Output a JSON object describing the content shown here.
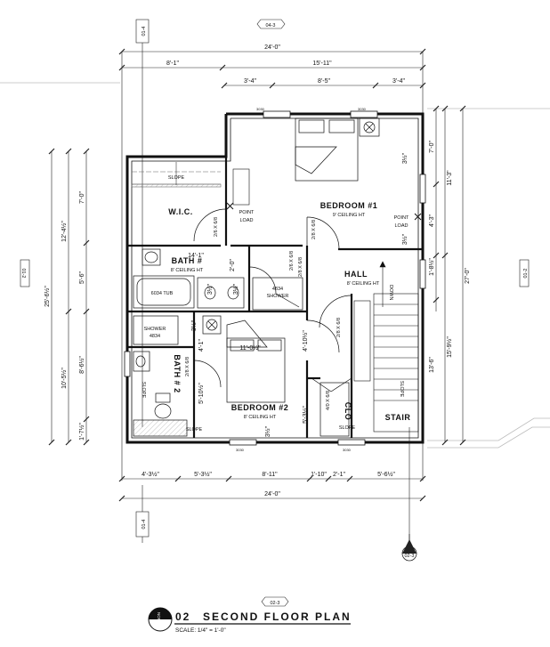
{
  "tags": {
    "section_top": "04-3",
    "section_bottom": "01-4",
    "section_left": "01-2",
    "section_right": "01-2",
    "section_upper_left": "01-4",
    "drawing_ref": "02-3",
    "elevation_bottom": "02-3"
  },
  "dims": {
    "overall_top": "24'-0\"",
    "top_left": "8'-1\"",
    "top_right": "15'-11\"",
    "top_sub_1": "3'-4\"",
    "top_sub_2": "8'-5\"",
    "top_sub_3": "3'-4\"",
    "overall_bottom": "24'-0\"",
    "bot_1": "4'-3½\"",
    "bot_2": "5'-3½\"",
    "bot_3": "8'-11\"",
    "bot_4": "1'-10\"",
    "bot_5": "2'-1\"",
    "bot_6": "5'-6½\"",
    "left_overall": "25'-6½\"",
    "left_upper": "12'-4½\"",
    "left_lower": "10'-5½\"",
    "left_1": "7'-0\"",
    "left_2": "5'-6\"",
    "left_3": "8'-6½\"",
    "left_4": "1'-7½\"",
    "right_overall": "27'-0\"",
    "right_upper": "11'-3\"",
    "right_lower": "15'-9½\"",
    "right_1": "7'-0\"",
    "right_2": "4'-3\"",
    "right_3": "1'-8½\"",
    "right_4": "13'-6\"",
    "inner_bath1": "14'-1\"",
    "inner_2ft": "2'-0\"",
    "inner_bed2": "11'-0½\"",
    "inner_4_10": "4'-10½\"",
    "inner_4_1": "4'-1\"",
    "inner_5_10": "5'-10½\"",
    "inner_5_3": "5'-3½\"",
    "inner_3_half_a": "3½\"",
    "inner_3_half_b": "3½\"",
    "inner_3_half_c": "3½\"",
    "inner_3_half_d": "3½\"",
    "inner_3_half_e": "3½\"",
    "inner_3_half_f": "3½\""
  },
  "rooms": {
    "bedroom1": "BEDROOM #1",
    "bedroom1_ht": "9' CEILING HT",
    "bath1": "BATH #",
    "bath1_ht": "8' CEILING HT",
    "hall": "HALL",
    "hall_ht": "8' CEILING HT",
    "wic": "W.I.C.",
    "bedroom2": "BEDROOM #2",
    "bedroom2_ht": "8' CEILING HT",
    "bath2": "BATH # 2",
    "clo": "CLO",
    "stair": "STAIR"
  },
  "labels": {
    "point_load_1a": "POINT",
    "point_load_1b": "LOAD",
    "point_load_2a": "POINT",
    "point_load_2b": "LOAD",
    "slope_wic": "SLOPE",
    "slope_bath2": "SLOPE",
    "slope_bed2": "SLOPE",
    "slope_clo": "SLOPE",
    "slope_stair": "SLOPE",
    "tub": "6034 TUB",
    "shower1a": "4834",
    "shower1b": "SHOWER",
    "shower2a": "SHOWER",
    "shower2b": "4834",
    "door_wic": "2/6 X 6/8",
    "door_bed1": "2/8 X 6/8",
    "door_bath1": "2/6 X 6/8",
    "door_bed2": "2/8 X 6/8",
    "door_hall": "2/8 X 6/8",
    "door_bath2": "2/8 X 6/8",
    "door_clo": "4/0 X 6/8",
    "down": "DOWN",
    "window_tag": "3030"
  },
  "title": {
    "number": "02",
    "name": "SECOND FLOOR PLAN",
    "scale": "SCALE: 1/4\" = 1'-0\"",
    "north": "NORTH"
  }
}
